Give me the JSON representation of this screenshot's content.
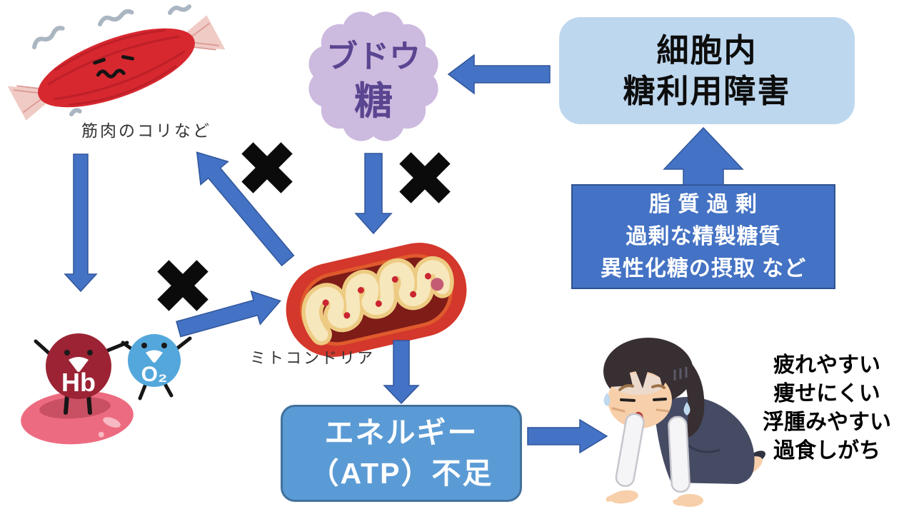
{
  "nodes": {
    "cell_sugar_box": {
      "lines": [
        "細胞内",
        "糖利用障害"
      ]
    },
    "lipid_box": {
      "lines": [
        "脂 質 過 剰",
        "過剰な精製糖質",
        "異性化糖の摂取 など"
      ]
    },
    "atp_box": {
      "lines": [
        "エネルギー",
        "（ATP）不足"
      ]
    },
    "glucose": {
      "lines": [
        "ブドウ",
        "糖"
      ]
    },
    "muscle_label": "筋肉のコリなど",
    "mitochondria_label": "ミトコンドリア",
    "hb_label": "Hb",
    "o2_label": "O₂",
    "symptoms": {
      "lines": [
        "疲れやすい",
        "痩せにくい",
        "浮腫みやすい",
        "過食しがち"
      ]
    }
  },
  "colors": {
    "arrow_blue": "#4472C4",
    "arrow_outline": "#31569B",
    "cell_sugar_box_fill": "#BDD7EE",
    "lipid_box_fill": "#4472C4",
    "atp_box_fill": "#5B9BD5",
    "atp_box_border": "#41719C",
    "x_mark": "#0B0B0B",
    "glucose_cloud": "#CDBADF",
    "glucose_text": "#5A4590",
    "muscle_red": "#D7282F",
    "mitochondria_red": "#D4372B",
    "hemoglobin_red": "#9B2334",
    "oxygen_blue": "#54A7DB",
    "red_blood_cell_pink": "#ED6B80"
  }
}
